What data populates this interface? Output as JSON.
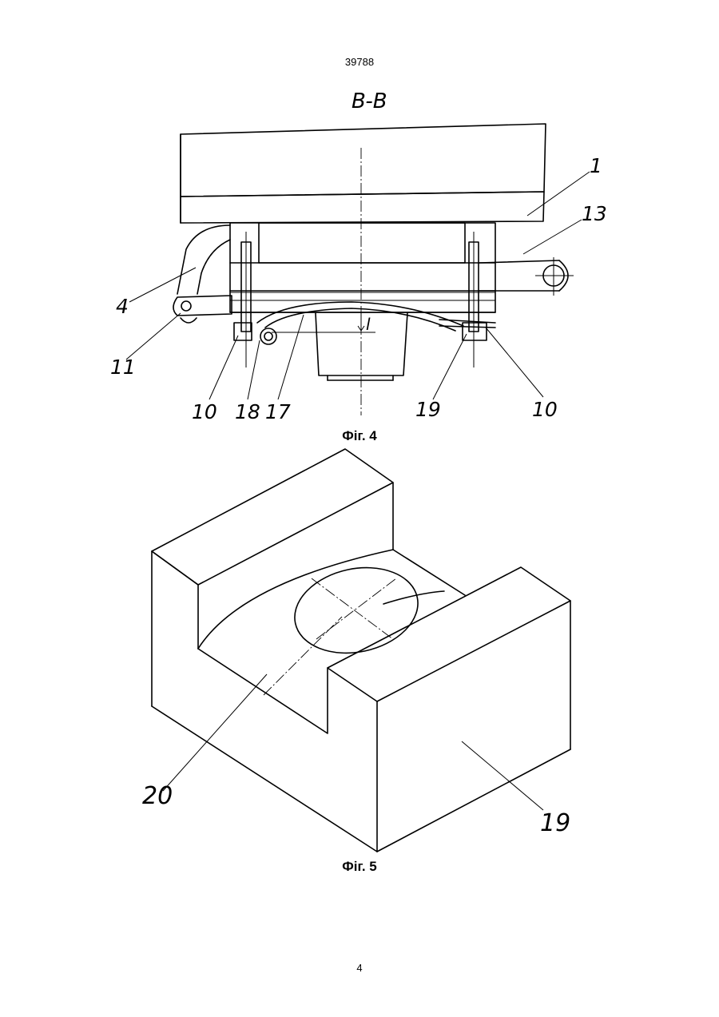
{
  "header": {
    "doc_number": "39788"
  },
  "footer": {
    "page_number": "4"
  },
  "figure4": {
    "section_label": "B-B",
    "caption": "Фіг. 4",
    "labels": {
      "l1": "1",
      "l13": "13",
      "l4": "4",
      "l11": "11",
      "l10a": "10",
      "l18": "18",
      "l17": "17",
      "l19": "19",
      "l10b": "10",
      "gap": "l"
    }
  },
  "figure5": {
    "caption": "Фіг. 5",
    "labels": {
      "l20": "20",
      "l19": "19"
    }
  }
}
